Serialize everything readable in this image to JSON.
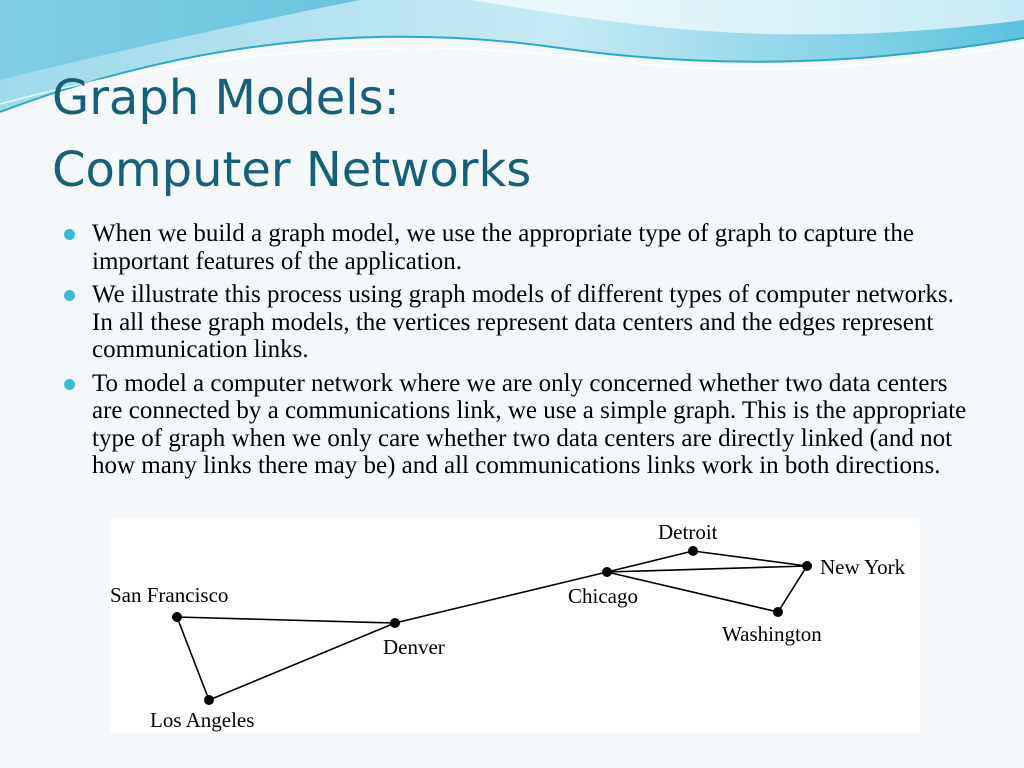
{
  "title": {
    "line1": "Graph Models:",
    "line2": "Computer Networks"
  },
  "bullets": [
    "When we build a graph model, we use the appropriate type of graph to capture the important features of the application.",
    "We illustrate this process using graph models of different types of computer networks. In all these graph models, the vertices represent data centers and the edges represent communication links.",
    " To model a computer network where we are only concerned whether two data centers are connected by a communications link, we use a simple graph. This is the appropriate type of graph when we only care whether two data centers are directly linked (and not how many links there may be) and all communications links work in both directions."
  ],
  "graph": {
    "vertices": [
      "San Francisco",
      "Los Angeles",
      "Denver",
      "Chicago",
      "Detroit",
      "New York",
      "Washington"
    ],
    "edges": [
      [
        "San Francisco",
        "Los Angeles"
      ],
      [
        "San Francisco",
        "Denver"
      ],
      [
        "Los Angeles",
        "Denver"
      ],
      [
        "Denver",
        "Chicago"
      ],
      [
        "Chicago",
        "Detroit"
      ],
      [
        "Chicago",
        "New York"
      ],
      [
        "Chicago",
        "Washington"
      ],
      [
        "Detroit",
        "New York"
      ],
      [
        "New York",
        "Washington"
      ]
    ]
  },
  "colors": {
    "title": "#17607a",
    "bullet": "#3cb8d8",
    "wave": "#7fd3e6"
  }
}
